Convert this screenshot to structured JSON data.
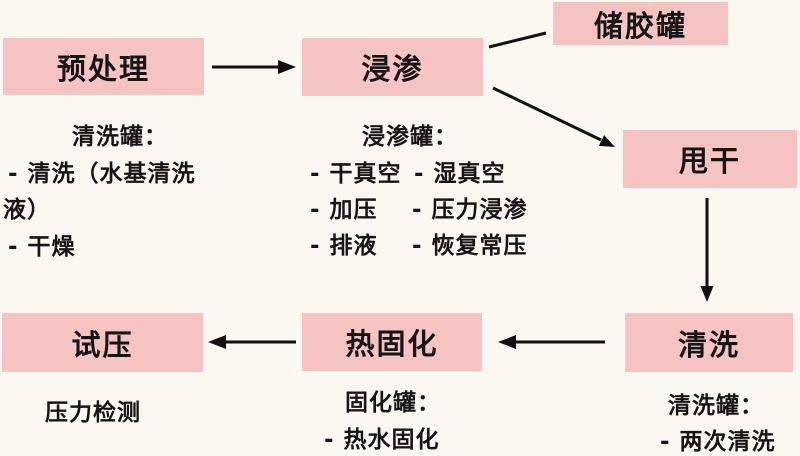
{
  "colors": {
    "background": "#fbf7f1",
    "box_fill": "#f5c3c1",
    "text": "#161616",
    "arrow": "#111111"
  },
  "nodes": {
    "pretreatment": "预处理",
    "impregnation": "浸渗",
    "glue_tank": "储胶罐",
    "spin_dry": "甩干",
    "cleaning": "清洗",
    "heat_curing": "热固化",
    "pressure_test": "试压"
  },
  "notes": {
    "pretreatment": {
      "title": "清洗罐：",
      "line1": "- 清洗（水基清洗",
      "line2": "液）",
      "line3": "- 干燥"
    },
    "impregnation": {
      "title": "浸渗罐：",
      "col1": [
        "- 干真空",
        "- 加压",
        "- 排液"
      ],
      "col2": [
        "- 湿真空",
        "- 压力浸渗",
        "- 恢复常压"
      ]
    },
    "pressure_test": {
      "line1": "压力检测"
    },
    "heat_curing": {
      "title": "固化罐：",
      "line1": "- 热水固化"
    },
    "cleaning": {
      "title": "清洗罐：",
      "line1": "- 两次清洗"
    }
  }
}
